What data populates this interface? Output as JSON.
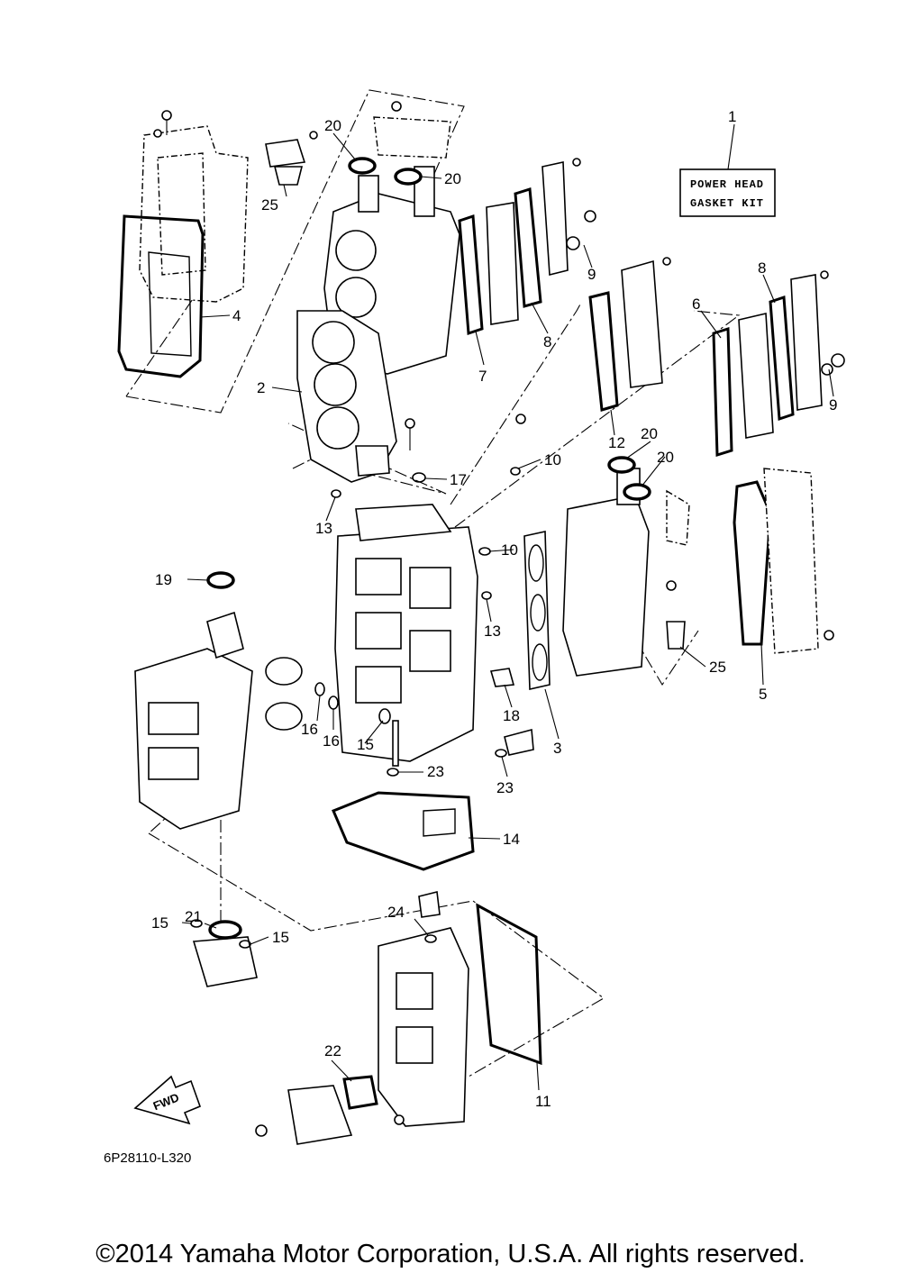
{
  "kit_label": {
    "line1": "POWER HEAD",
    "line2": "GASKET KIT"
  },
  "fwd_label": "FWD",
  "diagram_code": "6P28110-L320",
  "copyright": "©2014 Yamaha Motor Corporation, U.S.A. All rights reserved.",
  "callouts": [
    {
      "n": "1"
    },
    {
      "n": "2"
    },
    {
      "n": "3"
    },
    {
      "n": "4"
    },
    {
      "n": "5"
    },
    {
      "n": "6"
    },
    {
      "n": "7"
    },
    {
      "n": "8"
    },
    {
      "n": "8"
    },
    {
      "n": "9"
    },
    {
      "n": "9"
    },
    {
      "n": "10"
    },
    {
      "n": "10"
    },
    {
      "n": "11"
    },
    {
      "n": "12"
    },
    {
      "n": "13"
    },
    {
      "n": "13"
    },
    {
      "n": "14"
    },
    {
      "n": "15"
    },
    {
      "n": "15"
    },
    {
      "n": "15"
    },
    {
      "n": "16"
    },
    {
      "n": "16"
    },
    {
      "n": "17"
    },
    {
      "n": "18"
    },
    {
      "n": "19"
    },
    {
      "n": "20"
    },
    {
      "n": "20"
    },
    {
      "n": "20"
    },
    {
      "n": "20"
    },
    {
      "n": "21"
    },
    {
      "n": "22"
    },
    {
      "n": "23"
    },
    {
      "n": "23"
    },
    {
      "n": "24"
    },
    {
      "n": "25"
    },
    {
      "n": "25"
    }
  ]
}
